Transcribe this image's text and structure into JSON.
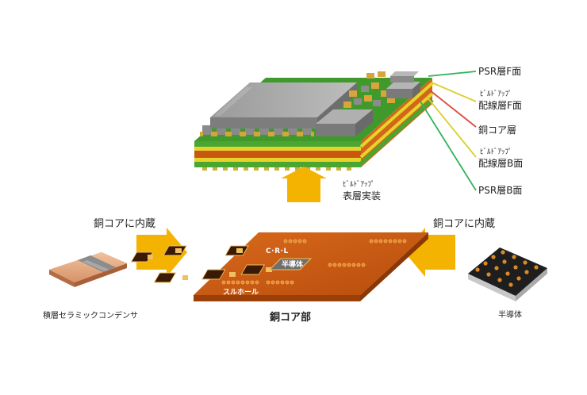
{
  "layer_labels": {
    "psr_f": "PSR層F面",
    "buildup_f_1": "ﾋﾞﾙﾄﾞｱｯﾌﾟ",
    "buildup_f_2": "配線層F面",
    "copper_core_layer": "銅コア層",
    "buildup_b_1": "ﾋﾞﾙﾄﾞｱｯﾌﾟ",
    "buildup_b_2": "配線層B面",
    "psr_b": "PSR層B面"
  },
  "surface_mount": {
    "line1": "ﾋﾞﾙﾄﾞｱｯﾌﾟ",
    "line2": "表層実装"
  },
  "embed_left": "銅コアに内蔵",
  "embed_right": "銅コアに内蔵",
  "core_board": {
    "crl": "C･R･L",
    "semiconductor": "半導体",
    "through_hole": "スルホール",
    "caption": "銅コア部"
  },
  "capacitor_caption": "積層セラミックコンデンサ",
  "semiconductor_caption": "半導体",
  "colors": {
    "arrow": "#f5b301",
    "core_orange": "#c8580f",
    "psr_green": "#4aa531",
    "buildup_yellow": "#e6d42c",
    "copper_line": "#d84a3a",
    "leader_green": "#2fb35a",
    "leader_yellow": "#d9d02c"
  }
}
